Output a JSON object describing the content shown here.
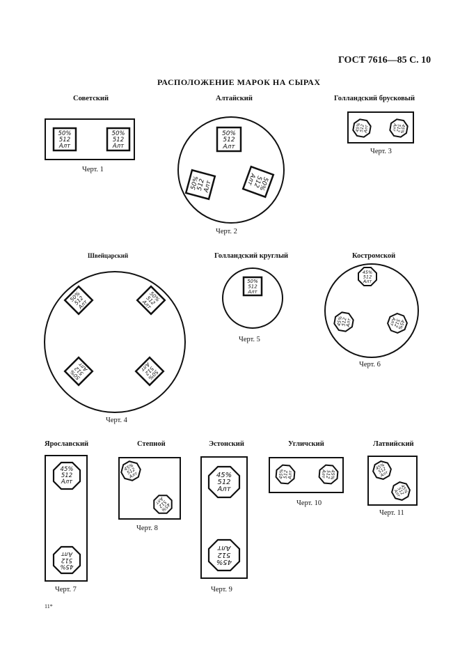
{
  "header": {
    "code": "ГОСТ 7616—85 С. 10"
  },
  "title": "РАСПОЛОЖЕНИЕ МАРОК НА СЫРАХ",
  "footer": {
    "page_mark": "11*"
  },
  "stamps": {
    "pct_50": "50%",
    "pct_45": "45%",
    "num": "512",
    "abbr": "Алт"
  },
  "figures": {
    "f1": {
      "name": "Советский",
      "caption": "Черт. 1"
    },
    "f2": {
      "name": "Алтайский",
      "caption": "Черт. 2"
    },
    "f3": {
      "name": "Голландский брусковый",
      "caption": "Черт. 3"
    },
    "f4": {
      "name": "Швейцарский",
      "caption": "Черт. 4"
    },
    "f5": {
      "name": "Голландский круглый",
      "caption": "Черт. 5"
    },
    "f6": {
      "name": "Костромской",
      "caption": "Черт. 6"
    },
    "f7": {
      "name": "Ярославский",
      "caption": "Черт. 7"
    },
    "f8": {
      "name": "Степной",
      "caption": "Черт. 8"
    },
    "f9": {
      "name": "Эстонский",
      "caption": "Черт. 9"
    },
    "f10": {
      "name": "Угличский",
      "caption": "Черт. 10"
    },
    "f11": {
      "name": "Латвийский",
      "caption": "Черт. 11"
    }
  }
}
